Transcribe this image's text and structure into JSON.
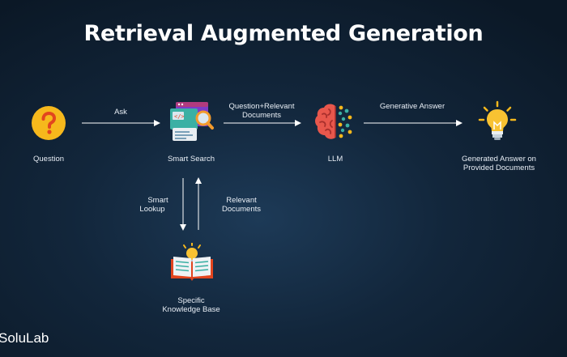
{
  "title": "Retrieval Augmented Generation",
  "nodes": {
    "question": "Question",
    "smart_search": "Smart Search",
    "llm": "LLM",
    "answer_line1": "Generated Answer on",
    "answer_line2": "Provided Documents",
    "kb_line1": "Specific",
    "kb_line2": "Knowledge Base"
  },
  "edges": {
    "ask": "Ask",
    "qrd_line1": "Question+Relevant",
    "qrd_line2": "Documents",
    "generative_answer": "Generative Answer",
    "smart_lookup_line1": "Smart",
    "smart_lookup_line2": "Lookup",
    "relevant_line1": "Relevant",
    "relevant_line2": "Documents"
  },
  "brand": "SoluLab",
  "icons": [
    "question-icon",
    "search-icon",
    "brain-icon",
    "lightbulb-icon",
    "book-icon"
  ]
}
